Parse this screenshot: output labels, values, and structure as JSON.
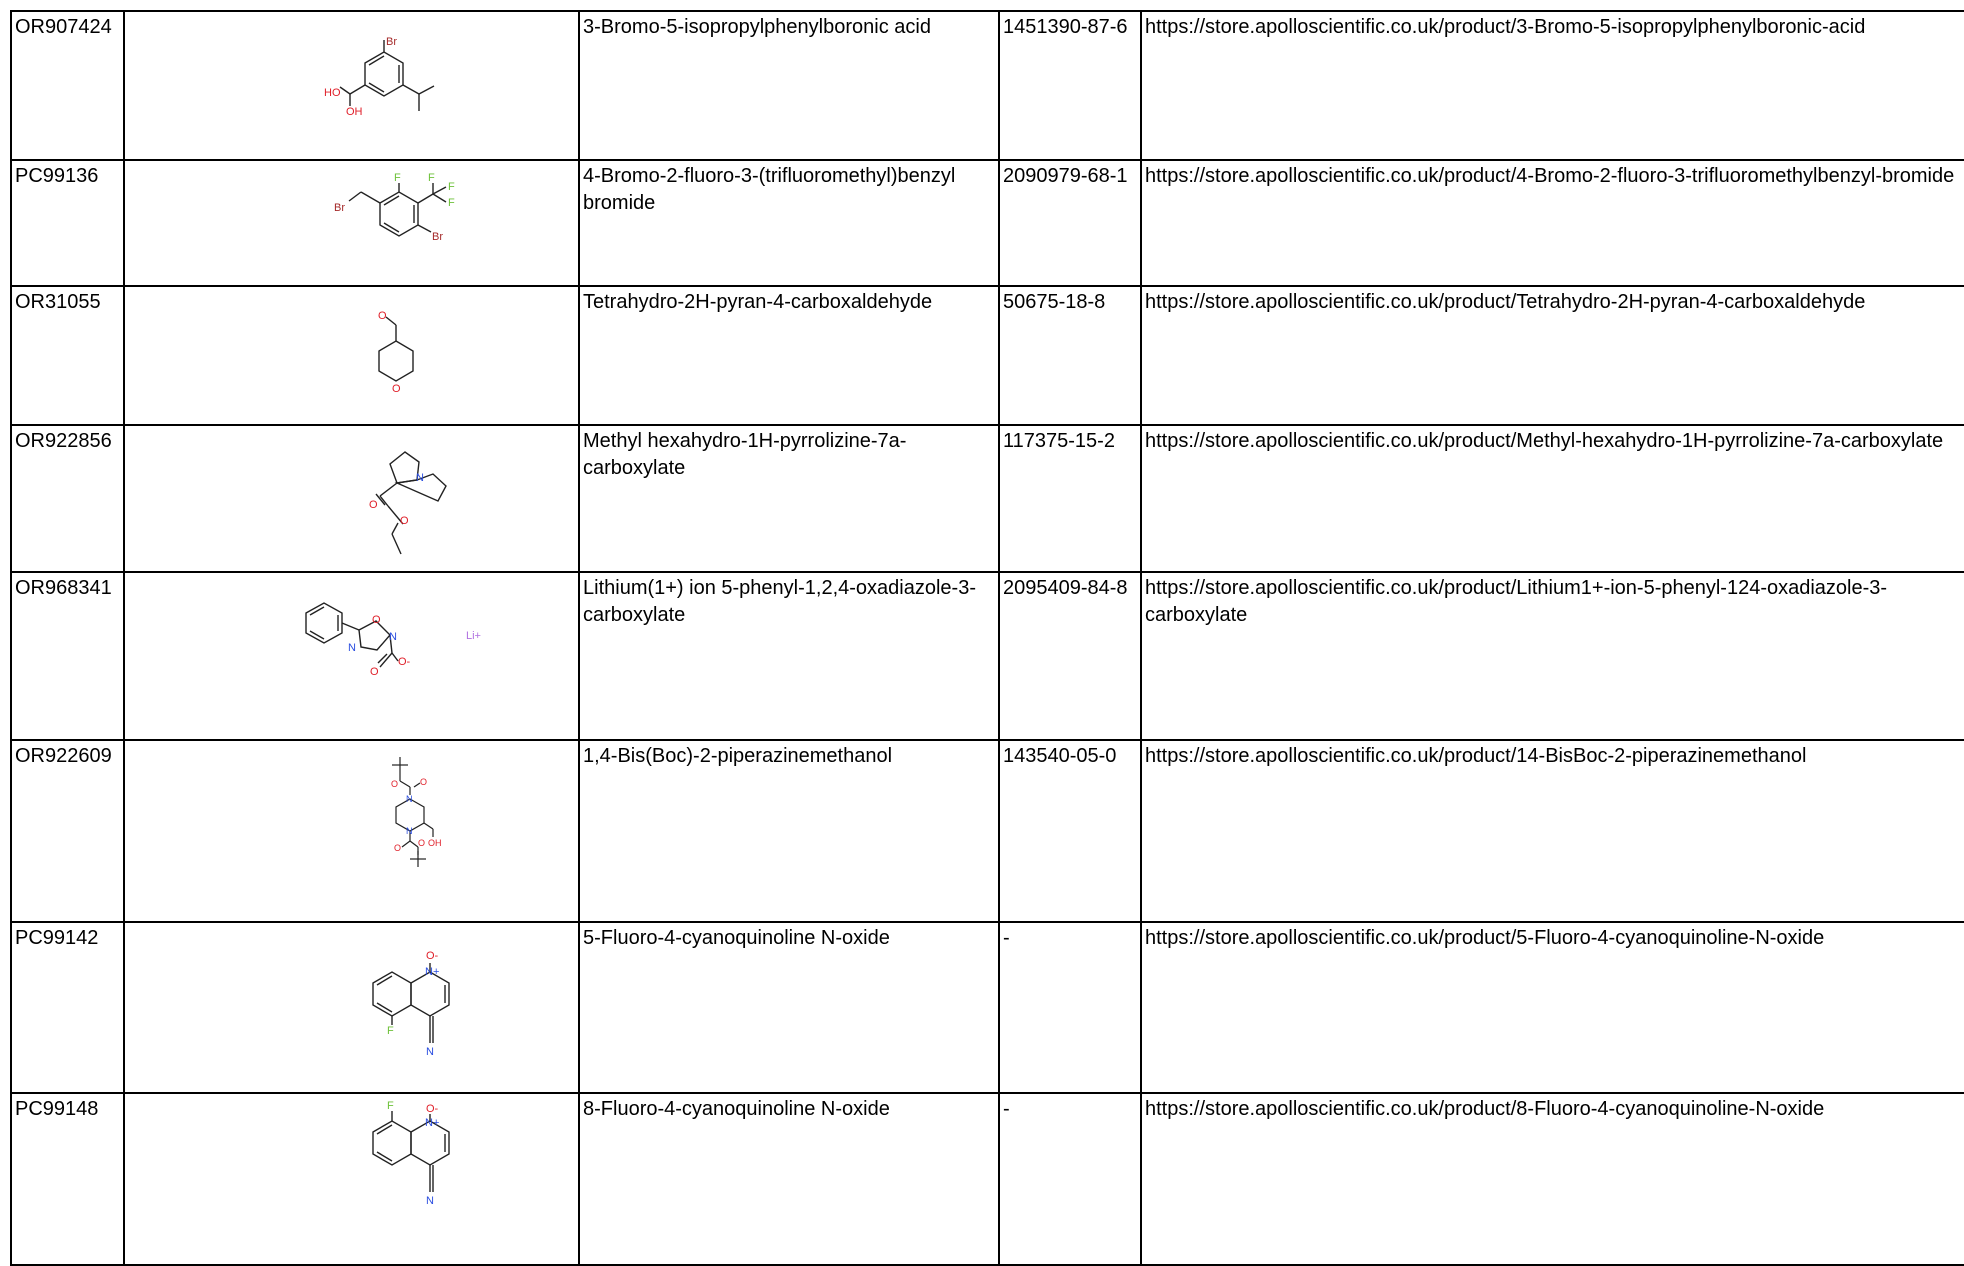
{
  "rows": [
    {
      "id": "OR907424",
      "name": "3-Bromo-5-isopropylphenylboronic acid",
      "cas": "1451390-87-6",
      "url": "https://store.apolloscientific.co.uk/product/3-Bromo-5-isopropylphenylboronic-acid",
      "atoms": [
        "Br",
        "HO",
        "OH"
      ]
    },
    {
      "id": "PC99136",
      "name": "4-Bromo-2-fluoro-3-(trifluoromethyl)benzyl bromide",
      "cas": "2090979-68-1",
      "url": "https://store.apolloscientific.co.uk/product/4-Bromo-2-fluoro-3-trifluoromethylbenzyl-bromide",
      "atoms": [
        "Br",
        "F",
        "F",
        "F",
        "F",
        "Br"
      ]
    },
    {
      "id": "OR31055",
      "name": "Tetrahydro-2H-pyran-4-carboxaldehyde",
      "cas": "50675-18-8",
      "url": "https://store.apolloscientific.co.uk/product/Tetrahydro-2H-pyran-4-carboxaldehyde",
      "atoms": [
        "O",
        "O"
      ]
    },
    {
      "id": "OR922856",
      "name": "Methyl hexahydro-1H-pyrrolizine-7a-carboxylate",
      "cas": "117375-15-2",
      "url": "https://store.apolloscientific.co.uk/product/Methyl-hexahydro-1H-pyrrolizine-7a-carboxylate",
      "atoms": [
        "N",
        "O",
        "O"
      ]
    },
    {
      "id": "OR968341",
      "name": "Lithium(1+) ion 5-phenyl-1,2,4-oxadiazole-3-carboxylate",
      "cas": "2095409-84-8",
      "url": "https://store.apolloscientific.co.uk/product/Lithium1+-ion-5-phenyl-124-oxadiazole-3-carboxylate",
      "atoms": [
        "O",
        "N",
        "N",
        "O",
        "O-",
        "Li+"
      ]
    },
    {
      "id": "OR922609",
      "name": "1,4-Bis(Boc)-2-piperazinemethanol",
      "cas": "143540-05-0",
      "url": "https://store.apolloscientific.co.uk/product/14-BisBoc-2-piperazinemethanol",
      "atoms": [
        "O",
        "O",
        "N",
        "N",
        "OH",
        "O",
        "O"
      ]
    },
    {
      "id": "PC99142",
      "name": "5-Fluoro-4-cyanoquinoline N-oxide",
      "cas": "-",
      "url": "https://store.apolloscientific.co.uk/product/5-Fluoro-4-cyanoquinoline-N-oxide",
      "atoms": [
        "O-",
        "N+",
        "F",
        "N"
      ]
    },
    {
      "id": "PC99148",
      "name": "8-Fluoro-4-cyanoquinoline N-oxide",
      "cas": "-",
      "url": "https://store.apolloscientific.co.uk/product/8-Fluoro-4-cyanoquinoline-N-oxide",
      "atoms": [
        "F",
        "O-",
        "N+",
        "N"
      ]
    }
  ],
  "colors": {
    "bond": "#222222",
    "oxygen": "#e0202a",
    "nitrogen": "#2a4de0",
    "fluorine": "#6ec23a",
    "bromine": "#a52a2a",
    "boron": "#f0a070",
    "lithium": "#b070e0"
  }
}
